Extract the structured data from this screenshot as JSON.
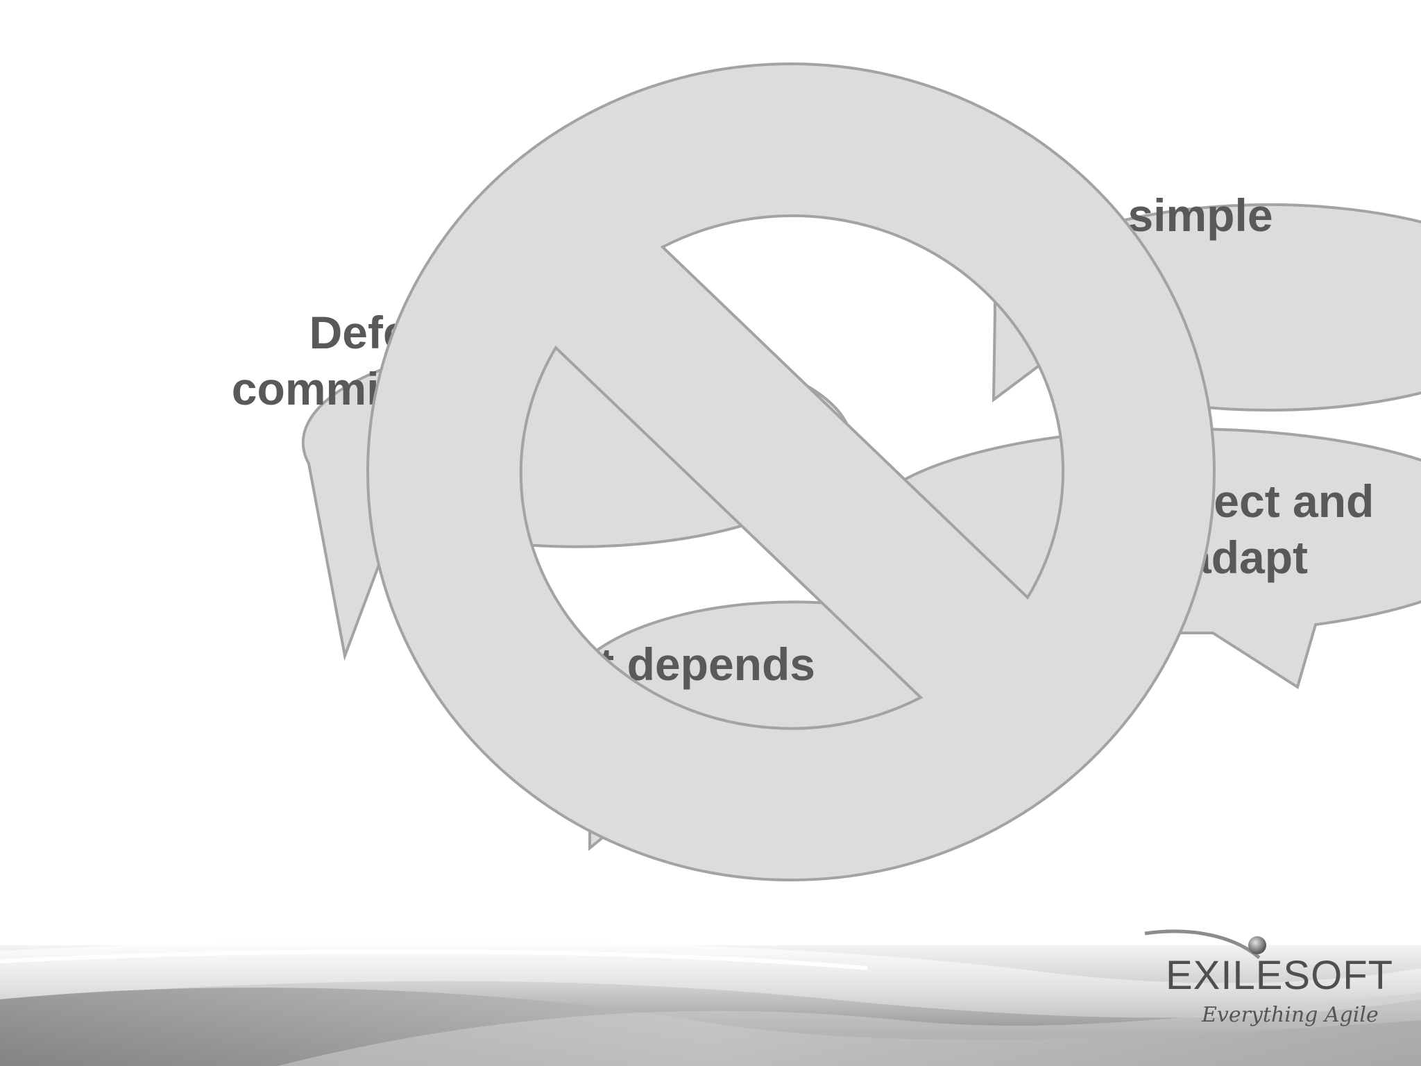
{
  "bubbles": {
    "top_right": {
      "line1": "simple"
    },
    "left": {
      "line1": "Defer",
      "line2": "commitment"
    },
    "middle_right": {
      "line1": "Inspect and",
      "line2": "adapt"
    },
    "bottom": {
      "line1": "It depends"
    }
  },
  "prohibition_symbol": {
    "icon": "no-sign-icon",
    "fill": "#dcdcdc",
    "stroke": "#a3a3a3"
  },
  "logo": {
    "wordmark": "EXILESOFT",
    "tagline": "Everything Agile"
  },
  "colors": {
    "bubble_fill": "#dcdcdc",
    "bubble_stroke": "#a3a3a3",
    "text": "#595959"
  }
}
